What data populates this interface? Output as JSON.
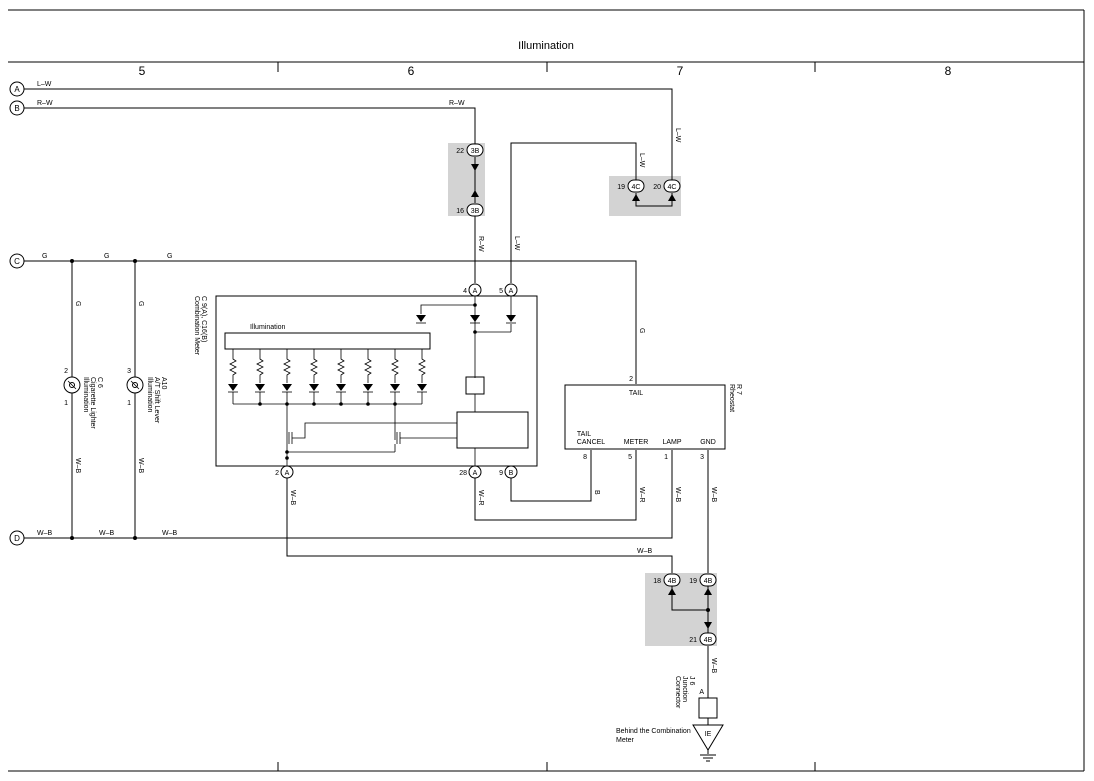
{
  "title": "Illumination",
  "columns": [
    "5",
    "6",
    "7",
    "8"
  ],
  "terminals": [
    "A",
    "B",
    "C",
    "D"
  ],
  "wires": {
    "lw": "L–W",
    "rw": "R–W",
    "g": "G",
    "wb": "W–B",
    "wr": "W–R",
    "b": "B"
  },
  "junctions": {
    "j3b": {
      "code": "3B",
      "pin_top": "22",
      "pin_bottom": "16"
    },
    "j4c": {
      "code": "4C",
      "pin_left": "19",
      "pin_right": "20"
    },
    "j4b": {
      "code": "4B",
      "pin_a": "18",
      "pin_b": "19",
      "pin_c": "21"
    }
  },
  "combination_meter": {
    "id": "C 9(A), C16(B)",
    "name": "Combination Meter",
    "illumination_label": "Illumination",
    "pin_4": "4",
    "pin_5": "5",
    "pin_2": "2",
    "pin_28": "28",
    "pin_9": "9",
    "conn_a": "A",
    "conn_b": "B"
  },
  "rheostat": {
    "id": "R 7",
    "name": "Rheostat",
    "tail": "TAIL",
    "tail_cancel_1": "TAIL",
    "tail_cancel_2": "CANCEL",
    "meter": "METER",
    "lamp": "LAMP",
    "gnd": "GND",
    "pin_tail": "2",
    "pin_cancel": "8",
    "pin_meter": "5",
    "pin_lamp": "1",
    "pin_gnd": "3"
  },
  "cigarette_lighter": {
    "id": "C 6",
    "name": "Cigarette Lighter",
    "name2": "Illumination",
    "pin_top": "2",
    "pin_bottom": "1"
  },
  "shift_lever": {
    "id": "A10",
    "name": "A/T Shift Lever",
    "name2": "Illumination",
    "pin_top": "3",
    "pin_bottom": "1"
  },
  "junction_connector": {
    "id": "J 6",
    "name": "Junction",
    "name2": "Connector",
    "pin": "A"
  },
  "ground": {
    "code": "IE",
    "label1": "Behind the Combination",
    "label2": "Meter"
  }
}
